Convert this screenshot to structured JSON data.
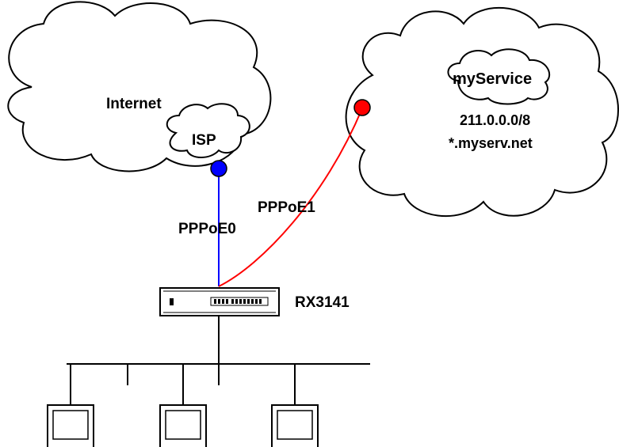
{
  "clouds": {
    "internet": {
      "label": "Internet"
    },
    "isp": {
      "label": "ISP"
    },
    "myservice": {
      "label": "myService",
      "network": "211.0.0.0/8",
      "domain": "*.myserv.net"
    }
  },
  "links": {
    "pppoe0": {
      "label": "PPPoE0",
      "color": "#0000ff"
    },
    "pppoe1": {
      "label": "PPPoE1",
      "color": "#ff0000"
    }
  },
  "router": {
    "label": "RX3141"
  },
  "lan": {
    "hosts": 3
  }
}
